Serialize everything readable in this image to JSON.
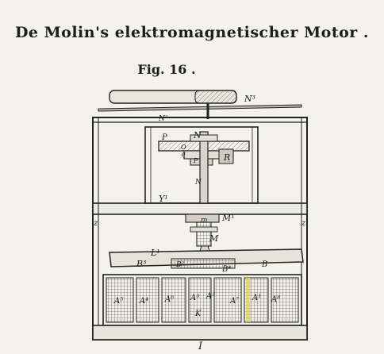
{
  "title": "De Molin's elektromagnetischer Motor .",
  "figure": "Fig. 16 .",
  "labels": {
    "n3": "N³",
    "n2": "N²",
    "p": "P",
    "n_top": "N",
    "o": "O",
    "q": "q",
    "p_small": "P",
    "r": "R",
    "n_shaft": "N",
    "y1": "Y¹",
    "m_small": "m",
    "m1": "M¹",
    "m": "M",
    "z_left": "z",
    "z_right": "z",
    "l1": "L¹",
    "b3": "B³",
    "b2": "B²",
    "b4": "B⁴",
    "b_small": "B",
    "a5": "A⁵",
    "a4": "A⁴",
    "a6": "A⁶",
    "a3": "A³",
    "a2": "A²",
    "a7": "A⁷",
    "a1": "A¹",
    "a8": "A⁸",
    "k": "K",
    "i": "I"
  }
}
